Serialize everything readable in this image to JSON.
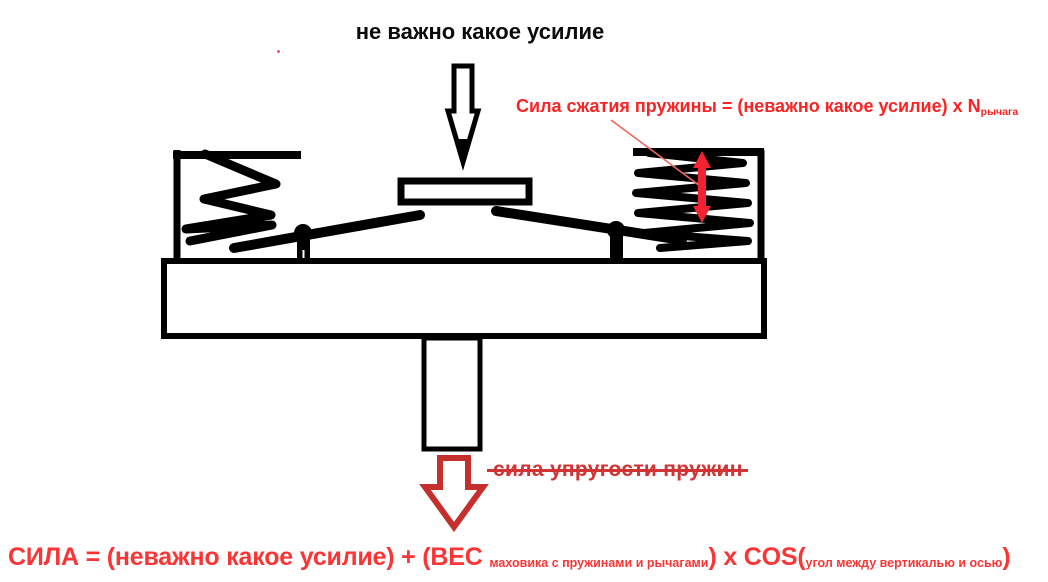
{
  "title": "не важно какое усилие",
  "annotations": {
    "top_formula": {
      "main": "Сила сжатия пружины = (неважно какое усилие) х N",
      "subscript": "рычага"
    },
    "crossed_label": "сила упругости пружин",
    "bottom_formula": {
      "part1": "СИЛА = (неважно какое усилие) + (ВЕС ",
      "sub1": "маховика с пружинами и рычагами",
      "part2": ") х COS(",
      "sub2": "угол между вертикалью и осью",
      "part3": ")"
    }
  },
  "colors": {
    "ink": "#000000",
    "formula_red": "#fb2323",
    "bottom_formula_red": "#fb3535",
    "strike_red": "#d03434",
    "marker_arrow_red": "#f32230",
    "callout_line_red": "#f2655c",
    "output_arrow_red": "#c5302d"
  },
  "icons": {
    "applied_force_arrow": "hollow-down-arrow",
    "output_force_arrow": "hollow-down-arrow-red-outline",
    "spring_compression_marker": "red-double-vertical-arrow",
    "callout_line": "thin-red-leader-line"
  }
}
